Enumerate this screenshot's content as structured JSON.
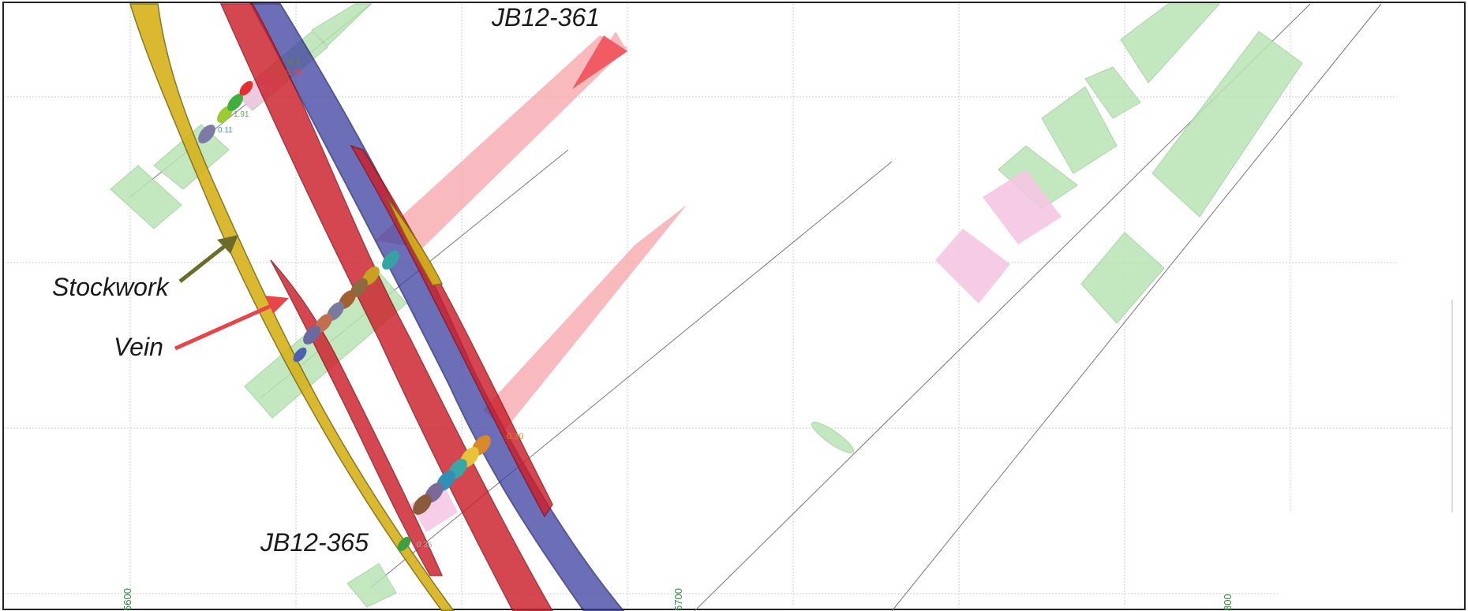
{
  "labels": {
    "hole_top": "JB12-361",
    "hole_bottom": "JB12-365",
    "stockwork": "Stockwork",
    "vein": "Vein"
  },
  "axis_ticks": [
    "5600",
    "5700",
    "800"
  ],
  "assays": [
    "0.4",
    "0.35",
    "5.3",
    "1.91",
    "0.11",
    "0.30",
    "0.35"
  ],
  "colors": {
    "stockwork": "#6b6b2a",
    "vein": "#e8454a",
    "vein_fill": "#cc1f2a",
    "blue_body": "#3c3fa0",
    "yellow_body": "#d6b21a",
    "pink_cone": "#f6a3a8",
    "green_interval": "#b9e3b3",
    "pink_interval": "#f4c6e4",
    "grid": "#c8c8c8",
    "tick_label": "#2e8b3e"
  }
}
